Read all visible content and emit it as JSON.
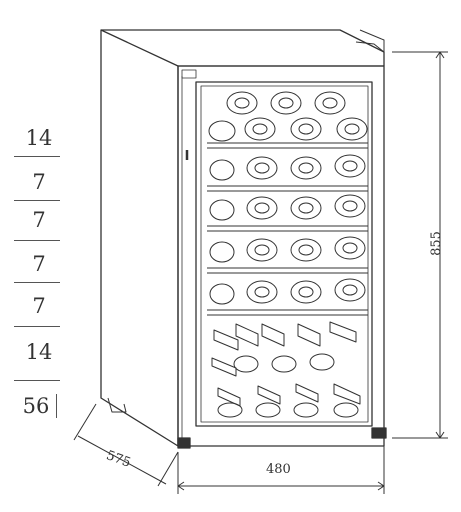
{
  "bottle_counts": [
    "14",
    "7",
    "7",
    "7",
    "7",
    "14"
  ],
  "total": "56",
  "dimensions": {
    "height": "855",
    "width": "480",
    "depth": "575"
  },
  "colors": {
    "line": "#333333",
    "background": "#ffffff"
  }
}
